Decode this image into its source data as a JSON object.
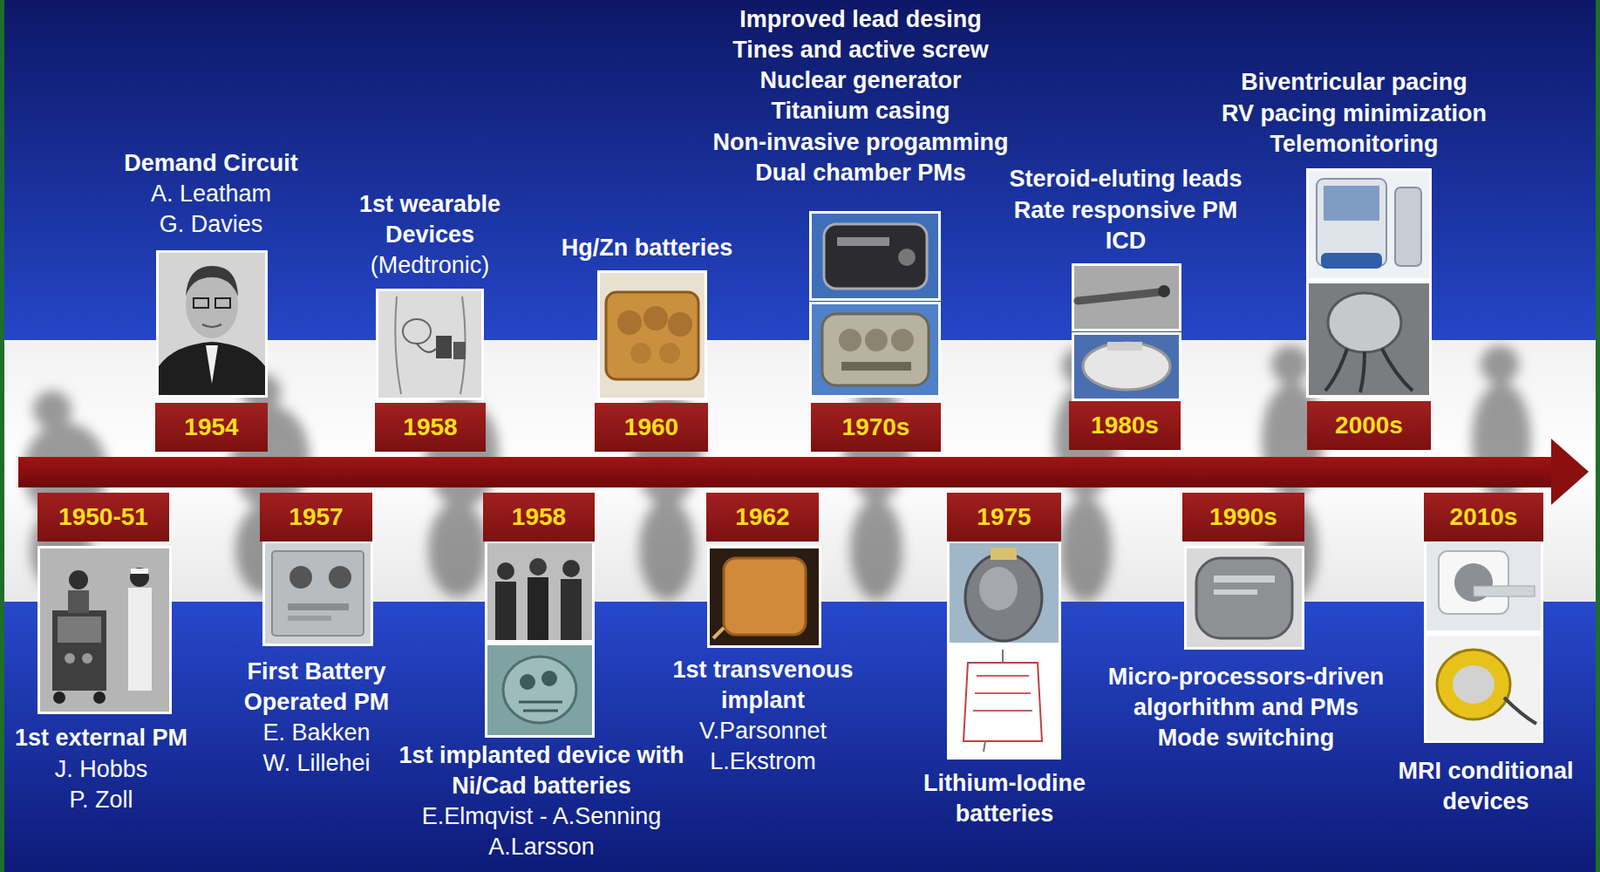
{
  "diagram": {
    "nodes": [
      {
        "text": [
          "1950-51"
        ]
      },
      {
        "text": [
          "1954"
        ]
      },
      {
        "text": [
          "1957"
        ]
      },
      {
        "text": [
          "1958"
        ]
      },
      {
        "text": [
          "1958"
        ]
      },
      {
        "text": [
          "1960"
        ]
      },
      {
        "text": [
          "1962"
        ]
      },
      {
        "text": [
          "1970s"
        ]
      },
      {
        "text": [
          "1975"
        ]
      },
      {
        "text": [
          "1980s"
        ]
      },
      {
        "text": [
          "1990s"
        ]
      },
      {
        "text": [
          "2000s"
        ]
      },
      {
        "text": [
          "2010s"
        ]
      }
    ],
    "labels": [
      "1st external PM",
      "J. Hobbs",
      "P. Zoll",
      "Demand Circuit",
      "A. Leatham",
      "G. Davies",
      "First Battery Operated PM",
      "E. Bakken",
      "W. Lillehei",
      "1st wearable Devices",
      "(Medtronic)",
      "1st implanted device with Ni/Cad batteries",
      "E.Elmqvist - A.Senning",
      "A.Larsson",
      "Hg/Zn batteries",
      "1st transvenous implant",
      "V.Parsonnet",
      "L.Ekstrom",
      "Improved lead desing",
      "Tines and active screw",
      "Nuclear generator",
      "Titanium casing",
      "Non-invasive progamming",
      "Dual chamber PMs",
      "Lithium-Iodine batteries",
      "Steroid-eluting leads",
      "Rate responsive PM",
      "ICD",
      "Micro-processors-driven algorhithm and PMs",
      "Mode switching",
      "Biventricular pacing",
      "RV pacing minimization",
      "Telemonitoring",
      "MRI conditional devices"
    ]
  }
}
